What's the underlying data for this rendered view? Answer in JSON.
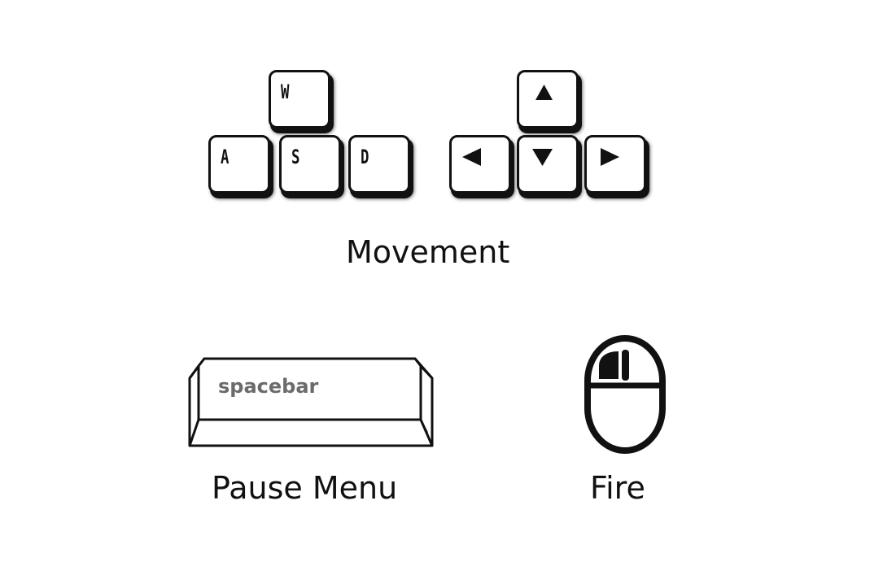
{
  "controls": {
    "movement": {
      "label": "Movement",
      "wasd_keys": {
        "up": "W",
        "left": "A",
        "down": "S",
        "right": "D"
      },
      "arrow_keys": [
        "up-arrow-icon",
        "left-arrow-icon",
        "down-arrow-icon",
        "right-arrow-icon"
      ]
    },
    "pause": {
      "label": "Pause Menu",
      "key_label": "spacebar"
    },
    "fire": {
      "label": "Fire",
      "icon": "mouse-left-click-icon"
    }
  },
  "colors": {
    "ink": "#111111",
    "background": "#ffffff",
    "spacebar_text": "#6b6b6b"
  }
}
